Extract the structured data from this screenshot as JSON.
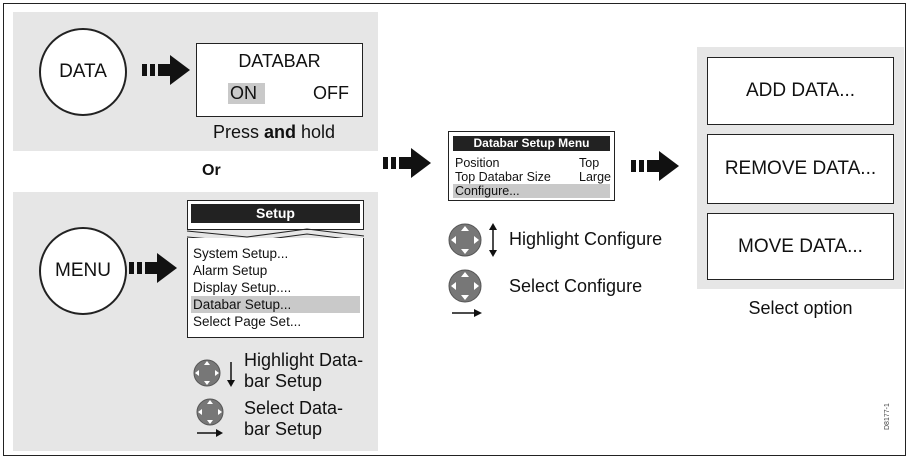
{
  "top_panel": {
    "data_button": "DATA",
    "databar_title": "DATABAR",
    "databar_on": "ON",
    "databar_off": "OFF",
    "press_prefix": "Press ",
    "press_bold": "and",
    "press_suffix": " hold"
  },
  "or_label": "Or",
  "bottom_panel": {
    "menu_button": "MENU",
    "setup_title": "Setup",
    "menu_items": [
      "System Setup...",
      "Alarm Setup",
      "Display Setup....",
      "Databar Setup...",
      "Select Page Set..."
    ],
    "highlight_line1": "Highlight Data-",
    "highlight_line2": "bar Setup",
    "select_line1": "Select Data-",
    "select_line2": "bar Setup"
  },
  "middle": {
    "menu_title": "Databar Setup Menu",
    "row1_label": "Position",
    "row1_value": "Top",
    "row2_label": "Top Databar Size",
    "row2_value": "Large",
    "row3_label": "Configure...",
    "highlight_text": "Highlight Configure",
    "select_text": "Select Configure"
  },
  "options": {
    "items": [
      "ADD DATA...",
      "REMOVE DATA...",
      "MOVE DATA..."
    ],
    "caption": "Select option"
  },
  "figure_id": "D8177-1"
}
